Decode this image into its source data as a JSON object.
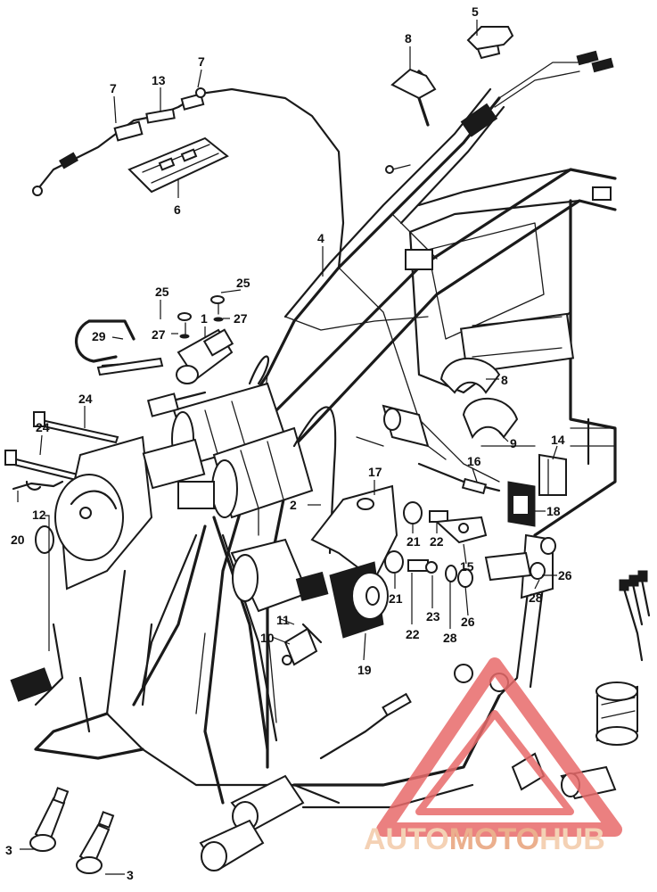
{
  "callouts": [
    {
      "id": "c1",
      "label": "1"
    },
    {
      "id": "c2",
      "label": "2"
    },
    {
      "id": "c3a",
      "label": "3"
    },
    {
      "id": "c3b",
      "label": "3"
    },
    {
      "id": "c4",
      "label": "4"
    },
    {
      "id": "c5",
      "label": "5"
    },
    {
      "id": "c6",
      "label": "6"
    },
    {
      "id": "c7a",
      "label": "7"
    },
    {
      "id": "c7b",
      "label": "7"
    },
    {
      "id": "c8a",
      "label": "8"
    },
    {
      "id": "c8b",
      "label": "8"
    },
    {
      "id": "c9",
      "label": "9"
    },
    {
      "id": "c10",
      "label": "10"
    },
    {
      "id": "c11",
      "label": "11"
    },
    {
      "id": "c12",
      "label": "12"
    },
    {
      "id": "c13",
      "label": "13"
    },
    {
      "id": "c14",
      "label": "14"
    },
    {
      "id": "c15",
      "label": "15"
    },
    {
      "id": "c16",
      "label": "16"
    },
    {
      "id": "c17",
      "label": "17"
    },
    {
      "id": "c18",
      "label": "18"
    },
    {
      "id": "c19",
      "label": "19"
    },
    {
      "id": "c20",
      "label": "20"
    },
    {
      "id": "c21a",
      "label": "21"
    },
    {
      "id": "c21b",
      "label": "21"
    },
    {
      "id": "c22a",
      "label": "22"
    },
    {
      "id": "c22b",
      "label": "22"
    },
    {
      "id": "c23",
      "label": "23"
    },
    {
      "id": "c24a",
      "label": "24"
    },
    {
      "id": "c24b",
      "label": "24"
    },
    {
      "id": "c25a",
      "label": "25"
    },
    {
      "id": "c25b",
      "label": "25"
    },
    {
      "id": "c26a",
      "label": "26"
    },
    {
      "id": "c26b",
      "label": "26"
    },
    {
      "id": "c27a",
      "label": "27"
    },
    {
      "id": "c27b",
      "label": "27"
    },
    {
      "id": "c28a",
      "label": "28"
    },
    {
      "id": "c28b",
      "label": "28"
    },
    {
      "id": "c29",
      "label": "29"
    }
  ],
  "watermark": {
    "part1": "AUTO",
    "part2": "MOTO",
    "part3": "HUB",
    "color_primary": "#e8a27a",
    "color_secondary": "#f3c9a8",
    "color_triangle": "#e86a6a"
  },
  "colors": {
    "ink": "#1a1a1a",
    "paper": "#ffffff"
  }
}
